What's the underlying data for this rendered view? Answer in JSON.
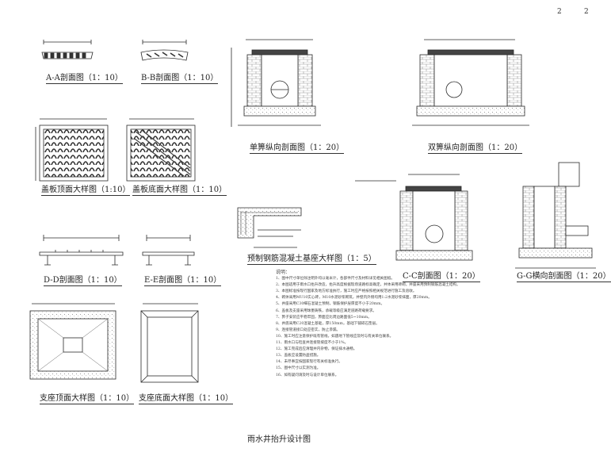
{
  "page": {
    "num1": "2",
    "num2": "2"
  },
  "labels": {
    "aa": "A-A剖面图（1：10）",
    "bb": "B-B剖面图（1：10）",
    "top_plate": "盖板顶面大样图（1:10）",
    "bottom_plate": "盖板底面大样图（1：10）",
    "dd": "D-D剖面图（1：10）",
    "ee": "E-E剖面图（1：10）",
    "frame_top": "支座顶面大样图（1：10）",
    "frame_bottom": "支座底面大样图（1：10）",
    "single_long": "单箅纵向剖面图（1：20）",
    "double_long": "双箅纵向剖面图（1：20）",
    "precast": "预制钢筋混凝土基座大样图（1：5）",
    "cross_section": "C-C剖面图（1：20）",
    "gg": "G-G横向剖面图（1：20）",
    "drawing_title": "雨水井抬升设计图"
  },
  "notes": {
    "title": "说明：",
    "items": [
      "1、图中尺寸单位除注明外均以毫米计，各部件尺寸及材料详见相关图纸。",
      "2、本图适用于雨水口抬升改造，抬升高度根据现场道路标高确定，井体采用砖砌，井座采用预制钢筋混凝土结构。",
      "3、本图标准按现行国家及地方标准执行，施工时应严格按照相关规范进行施工及验收。",
      "4、砌体采用MU10实心砖，M10水泥砂浆砌筑，井壁内外侧均用1:2水泥砂浆抹面，厚20mm。",
      "5、井座采用C30细石混凝土预制，钢筋保护层厚度不小于20mm。",
      "6、盖板及支座采用球墨铸铁，承载等级应满足道路荷载要求。",
      "7、箅子安装应平稳牢固，箅面应比周边路面低5~10mm。",
      "8、井底采用C20混凝土基础，厚150mm，基础下铺碎石垫层。",
      "9、连接管道接口处应密实，防止渗漏。",
      "10、施工时应注意保护既有管线，如遇地下管线应及时与有关单位联系。",
      "11、雨水口与检查井连接管坡度不小于1%。",
      "12、施工完成后应清理井内杂物，保证排水通畅。",
      "13、盖板应设置防盗措施。",
      "14、未尽事宜按国家现行有关标准执行。",
      "15、图中尺寸以实测为准。",
      "16、如有疑问请及时与设计单位联系。"
    ]
  },
  "colors": {
    "line": "#2a2a2a",
    "fill_hatch": "#555555",
    "brick": "#9a9a9a"
  }
}
